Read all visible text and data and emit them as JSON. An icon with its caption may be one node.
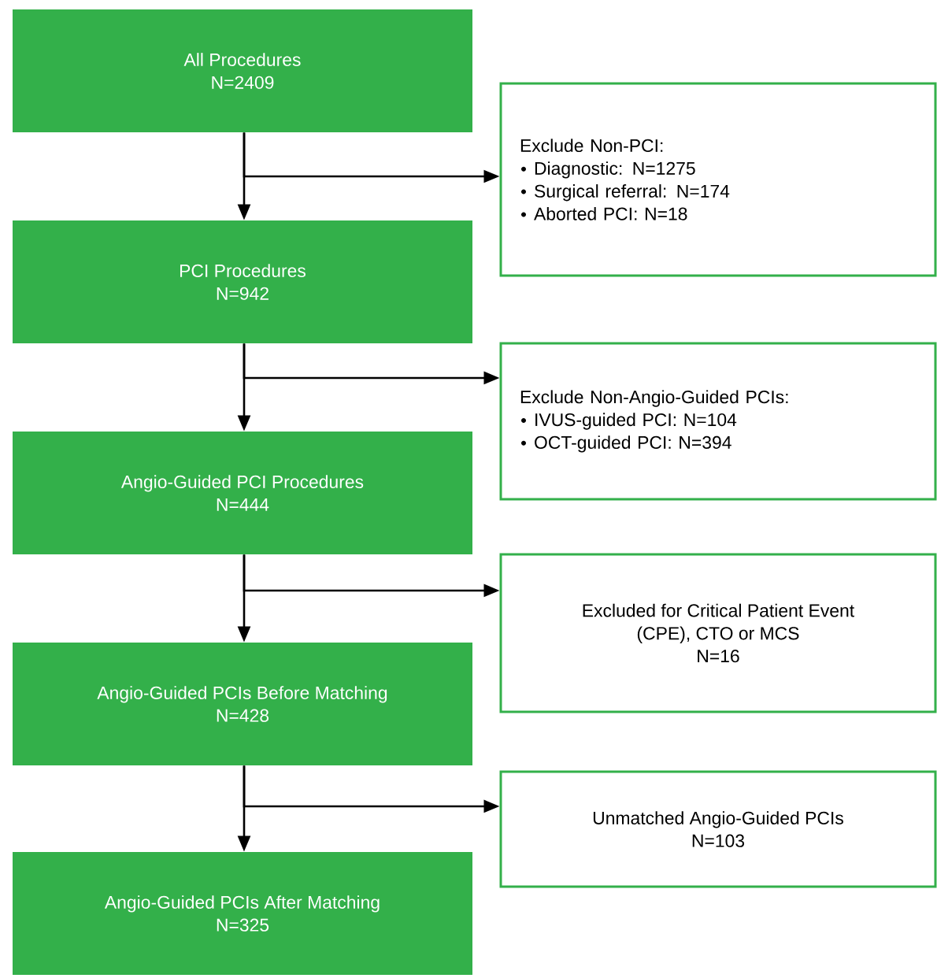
{
  "diagram": {
    "nodes": [
      {
        "text": [
          "All Procedures",
          "N=2409"
        ]
      },
      {
        "text": [
          "PCI Procedures",
          "N=942"
        ]
      },
      {
        "text": [
          "Angio-Guided PCI Procedures",
          "N=444"
        ]
      },
      {
        "text": [
          "Angio-Guided PCIs Before Matching",
          "N=428"
        ]
      },
      {
        "text": [
          "Angio-Guided PCIs After Matching",
          "N=325"
        ]
      },
      {
        "text": [
          "Exclude Non-PCI:",
          "Diagnostic: N=1275",
          "Surgical referral: N=174",
          "Aborted PCI: N=18"
        ]
      },
      {
        "text": [
          "Exclude Non-Angio-Guided PCIs:",
          "IVUS-guided PCI: N=104",
          "OCT-guided PCI: N=394"
        ]
      },
      {
        "text": [
          "Excluded for Critical Patient Event (CPE), CTO or MCS",
          "N=16"
        ]
      },
      {
        "text": [
          "Unmatched Angio-Guided PCIs",
          "N=103"
        ]
      }
    ],
    "edges": [
      {
        "from": 0,
        "to": 1,
        "arrow": "to"
      },
      {
        "from": 0,
        "to": 5,
        "arrow": "to"
      },
      {
        "from": 1,
        "to": 2,
        "arrow": "to"
      },
      {
        "from": 1,
        "to": 6,
        "arrow": "to"
      },
      {
        "from": 2,
        "to": 3,
        "arrow": "to"
      },
      {
        "from": 2,
        "to": 7,
        "arrow": "to"
      },
      {
        "from": 3,
        "to": 4,
        "arrow": "to"
      },
      {
        "from": 3,
        "to": 8,
        "arrow": "to"
      }
    ]
  }
}
